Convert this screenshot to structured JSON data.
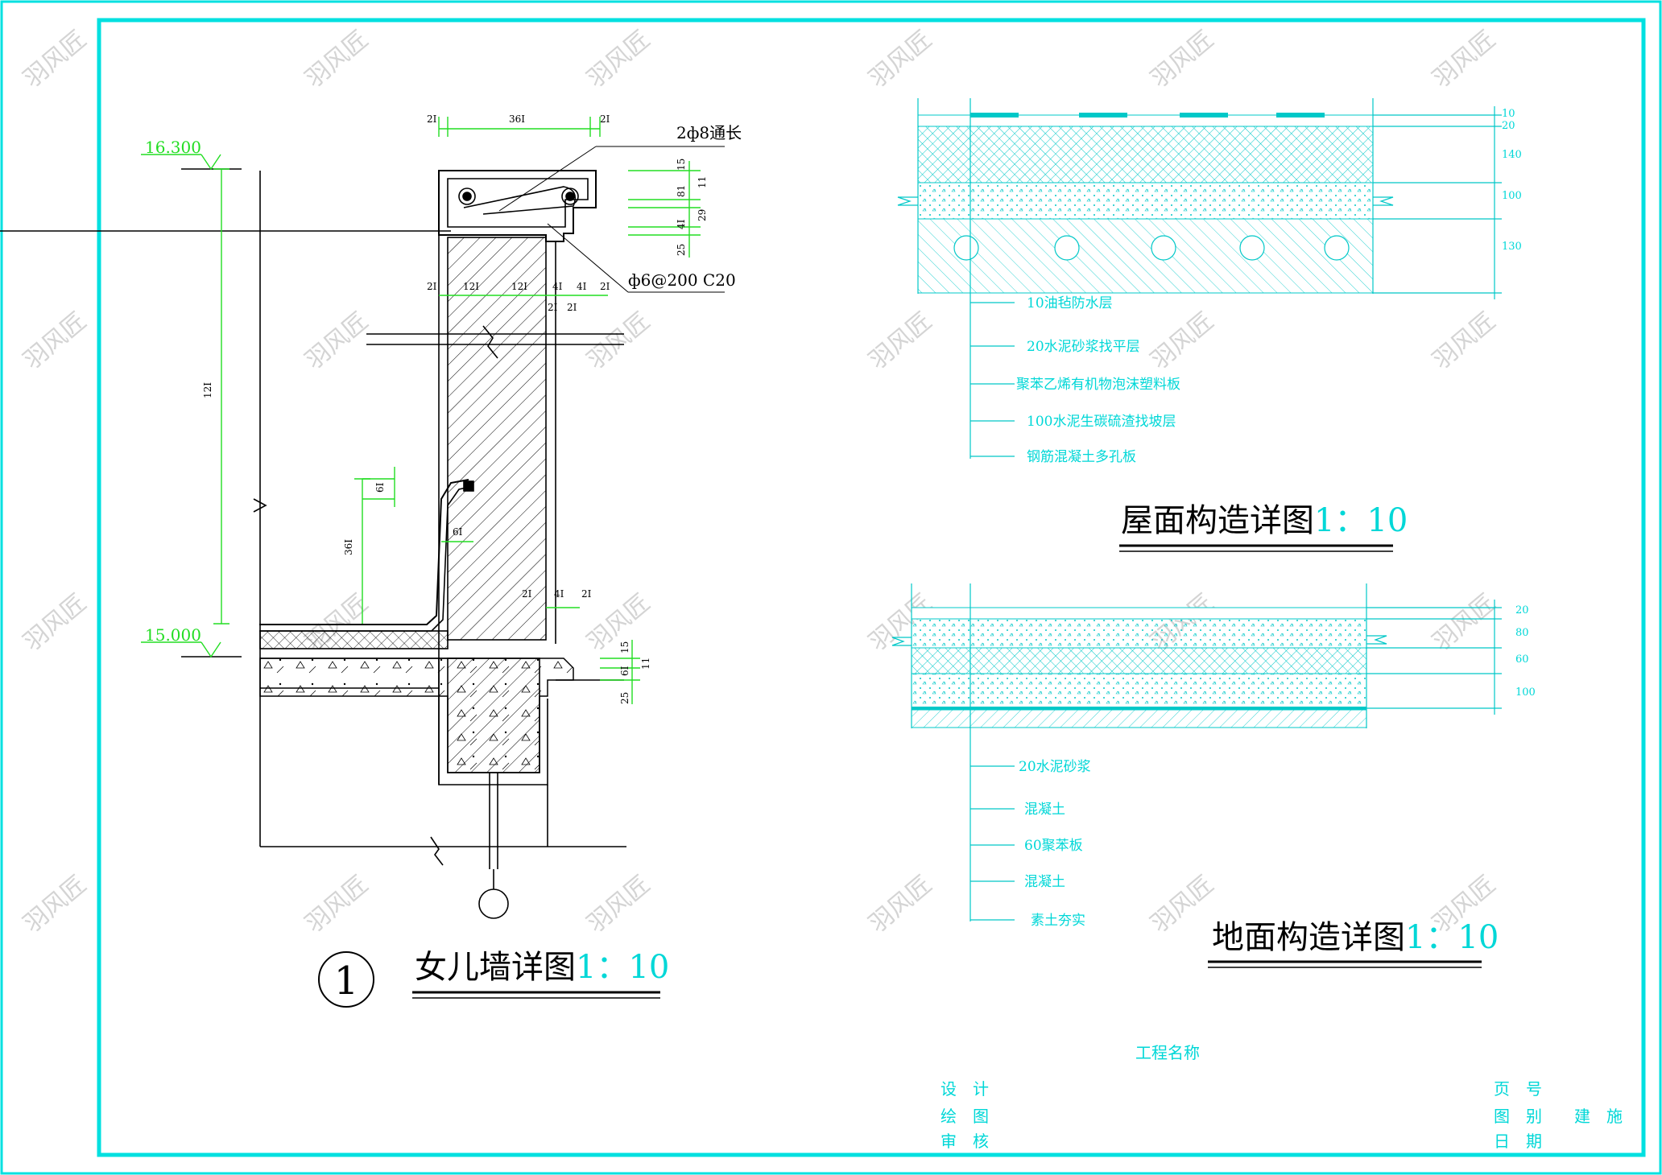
{
  "colors": {
    "frame": "#00e0e0",
    "line": "#000000",
    "dim": "#22dd22",
    "cyan_text": "#00d7d7",
    "watermark": "#d0d0d0"
  },
  "watermark": "羽风匠",
  "parapet": {
    "marker_number": "1",
    "title_cn": "女儿墙详图",
    "title_scale": "1：10",
    "elev_top": "16.300",
    "elev_bottom": "15.000",
    "rebar_label": "2ф8通长",
    "stirrup_label": "ф6@200 C20",
    "dims": {
      "top_left": "2Ⅰ",
      "top_mid": "36Ⅰ",
      "top_right": "2Ⅰ",
      "right_15": "15",
      "right_81": "81",
      "right_11": "11",
      "right_41": "4Ⅰ",
      "right_29": "29",
      "right_25": "25",
      "mid_2a": "2Ⅰ",
      "mid_12a": "12Ⅰ",
      "mid_12b": "12Ⅰ",
      "mid_4a": "4Ⅰ",
      "mid_4b": "4Ⅰ",
      "mid_2b": "2Ⅰ",
      "mid_2c": "2Ⅰ",
      "mid_2d": "2Ⅰ",
      "height": "12Ⅰ",
      "flash_6": "6Ⅰ",
      "flash_36": "36Ⅰ",
      "flash_6b": "6Ⅰ",
      "base_2": "2Ⅰ",
      "base_4": "4Ⅰ",
      "base_2b": "2Ⅰ",
      "low_15": "15",
      "low_61": "6Ⅰ",
      "low_11": "11",
      "low_25": "25"
    }
  },
  "roof": {
    "title_cn": "屋面构造详图",
    "title_scale": "1：10",
    "layer_dims": [
      "10",
      "20",
      "140",
      "100",
      "130"
    ],
    "layers": [
      "10油毡防水层",
      "20水泥砂浆找平层",
      "聚苯乙烯有机物泡沫塑料板",
      "100水泥生碳硫渣找坡层",
      "钢筋混凝土多孔板"
    ]
  },
  "floor": {
    "title_cn": "地面构造详图",
    "title_scale": "1：10",
    "layer_dims": [
      "20",
      "80",
      "60",
      "100"
    ],
    "layers": [
      "20水泥砂浆",
      "混凝土",
      "60聚苯板",
      "混凝土",
      "素土夯实"
    ]
  },
  "titleblock": {
    "project": "工程名称",
    "design": "设　计",
    "draw": "绘　图",
    "check": "审　核",
    "page": "页　号",
    "category": "图　别",
    "date": "日　期",
    "category_value": "建　施"
  }
}
